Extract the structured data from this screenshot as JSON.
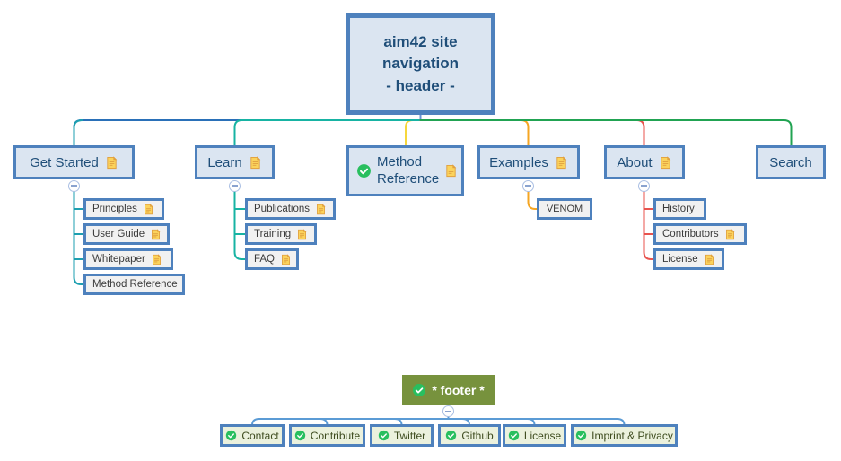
{
  "header_node": {
    "label": "aim42 site\nnavigation\n- header -"
  },
  "main_nodes": [
    {
      "label": "Get Started",
      "icons": [
        "document"
      ],
      "children": [
        {
          "label": "Principles",
          "icons": [
            "document"
          ]
        },
        {
          "label": "User Guide",
          "icons": [
            "document"
          ]
        },
        {
          "label": "Whitepaper",
          "icons": [
            "document"
          ]
        },
        {
          "label": "Method Reference",
          "icons": []
        }
      ]
    },
    {
      "label": "Learn",
      "icons": [
        "document"
      ],
      "children": [
        {
          "label": "Publications",
          "icons": [
            "document"
          ]
        },
        {
          "label": "Training",
          "icons": [
            "document"
          ]
        },
        {
          "label": "FAQ",
          "icons": [
            "document"
          ]
        }
      ]
    },
    {
      "label": "Method Reference",
      "icons": [
        "check",
        "document"
      ],
      "children": []
    },
    {
      "label": "Examples",
      "icons": [
        "document"
      ],
      "children": [
        {
          "label": "VENOM",
          "icons": []
        }
      ]
    },
    {
      "label": "About",
      "icons": [
        "document"
      ],
      "children": [
        {
          "label": "History",
          "icons": []
        },
        {
          "label": "Contributors",
          "icons": [
            "document"
          ]
        },
        {
          "label": "License",
          "icons": [
            "document"
          ]
        }
      ]
    },
    {
      "label": "Search",
      "icons": [],
      "children": []
    }
  ],
  "footer_node": {
    "label": "* footer *",
    "icons": [
      "check"
    ],
    "children": [
      {
        "label": "Contact",
        "icons": [
          "check"
        ]
      },
      {
        "label": "Contribute",
        "icons": [
          "check"
        ]
      },
      {
        "label": "Twitter",
        "icons": [
          "check"
        ]
      },
      {
        "label": "Github",
        "icons": [
          "check"
        ]
      },
      {
        "label": "License",
        "icons": [
          "check"
        ]
      },
      {
        "label": "Imprint & Privacy",
        "icons": [
          "check"
        ]
      }
    ]
  },
  "colors": {
    "node_border": "#4e81bd",
    "node_fill": "#dbe5f1",
    "node_text": "#1f4e79",
    "child_fill": "#f1f1f1",
    "child_text": "#3b3b3b",
    "footer_fill": "#77923d",
    "footer_text": "#ffffff",
    "footer_child_fill": "#ebf1dd",
    "footer_child_text": "#3d4b1e",
    "doc_icon_fill": "#fbd35c",
    "doc_icon_stroke": "#e09f3e",
    "check_icon": "#29bf5f",
    "branch_get_started": "#2a70b8",
    "branch_get_started_drop": "#1d9fb0",
    "branch_learn": "#17b3a3",
    "branch_method_reference": "#f6d73c",
    "branch_examples": "#f5a623",
    "branch_about": "#e8534e",
    "branch_search": "#21a352",
    "footer_connector": "#5b9bd5",
    "header_connector": "#6b93d6"
  }
}
